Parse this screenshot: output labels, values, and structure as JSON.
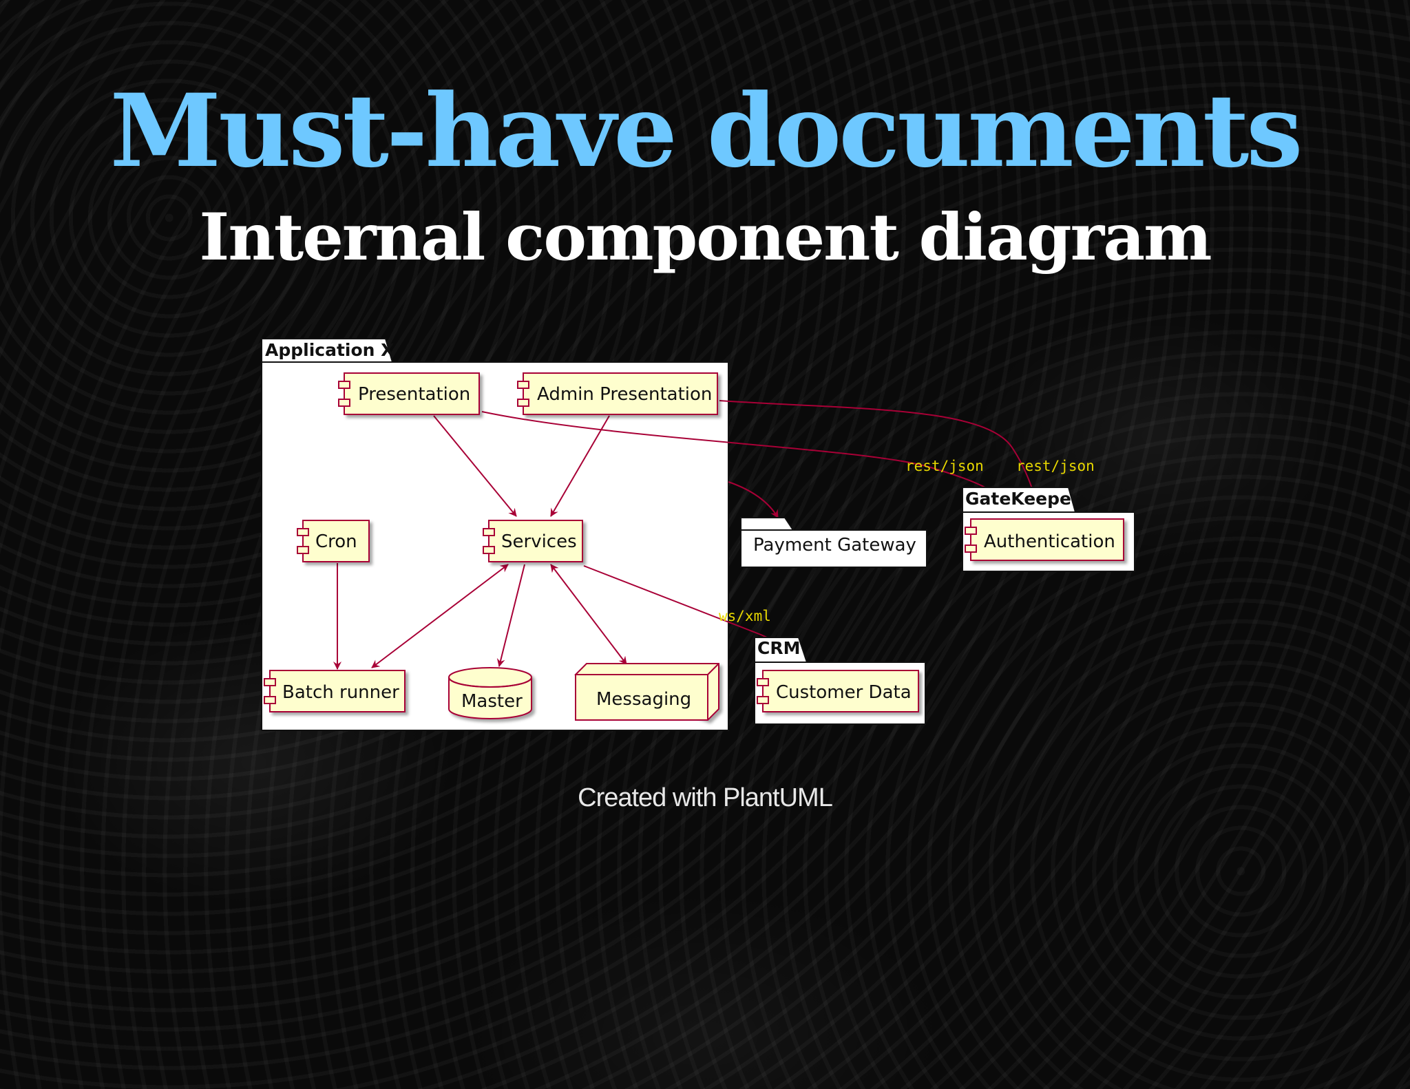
{
  "slide": {
    "title": "Must-have documents",
    "subtitle": "Internal component diagram",
    "caption": "Created with PlantUML"
  },
  "diagram": {
    "packages": {
      "application_x": "Application X",
      "gatekeeper": "GateKeeper",
      "crm": "CRM"
    },
    "components": {
      "presentation": "Presentation",
      "admin_presentation": "Admin Presentation",
      "cron": "Cron",
      "services": "Services",
      "batch_runner": "Batch runner",
      "master": "Master",
      "messaging": "Messaging",
      "payment_gateway": "Payment Gateway",
      "authentication": "Authentication",
      "customer_data": "Customer Data"
    },
    "edge_labels": {
      "rest_json_1": "rest/json",
      "rest_json_2": "rest/json",
      "ws_xml": "ws/xml"
    },
    "colors": {
      "component_fill": "#fefece",
      "component_border": "#a80036",
      "arrow": "#a80036",
      "title": "#6ec8ff",
      "edge_label": "#e8d800"
    }
  }
}
